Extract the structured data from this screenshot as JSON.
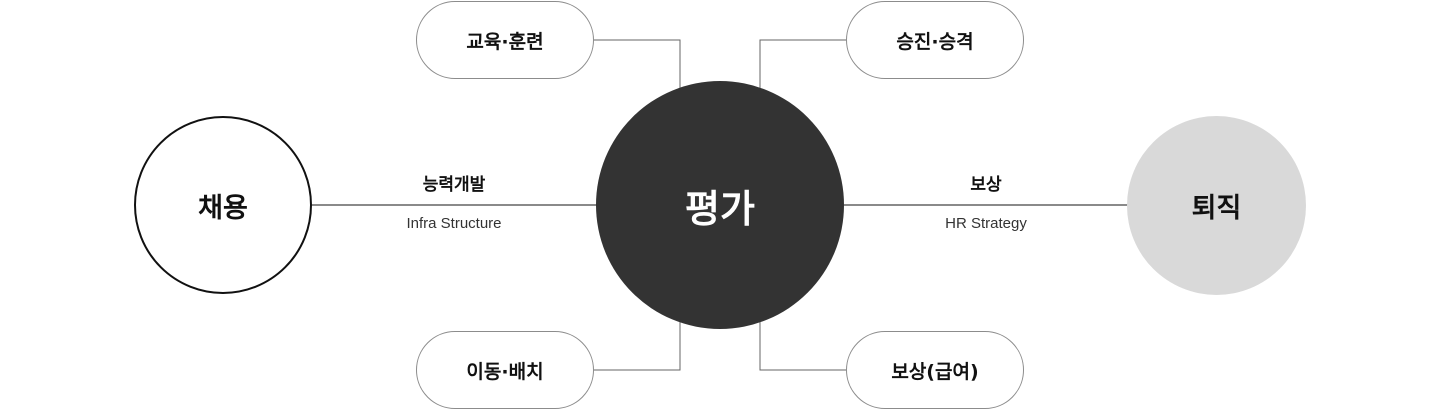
{
  "nodes": {
    "recruit": "채용",
    "evaluation": "평가",
    "retirement": "퇴직"
  },
  "branches": {
    "top_left": "교육·훈련",
    "top_right": "승진·승격",
    "bottom_left": "이동·배치",
    "bottom_right": "보상(급여)"
  },
  "links": {
    "left": {
      "title": "능력개발",
      "subtitle": "Infra Structure"
    },
    "right": {
      "title": "보상",
      "subtitle": "HR Strategy"
    }
  },
  "colors": {
    "evaluation_fill": "#333333",
    "retirement_fill": "#d9d9d9",
    "recruit_border": "#111111",
    "line": "#444444",
    "pill_border": "#8c8c8c"
  }
}
